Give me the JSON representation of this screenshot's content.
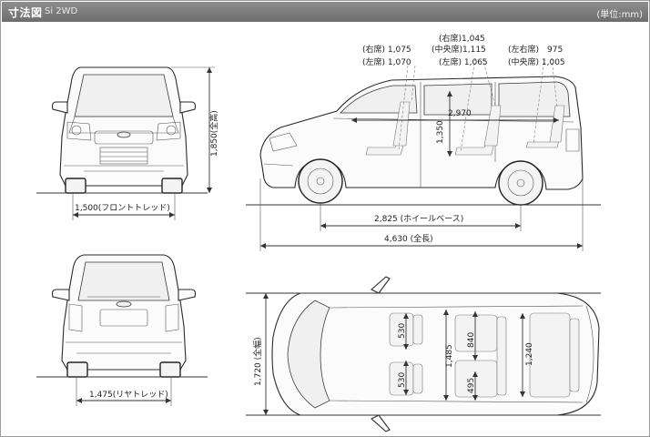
{
  "header": {
    "title": "寸法図",
    "subtitle": "Si 2WD",
    "unit": "(単位:mm)"
  },
  "front_view": {
    "height": "1,850(全高)",
    "front_tread": "1,500(フロントトレッド)"
  },
  "rear_view": {
    "rear_tread": "1,475(リヤトレッド)"
  },
  "side_view": {
    "headroom_front_right": "(右席) 1,075",
    "headroom_front_left": "(左席) 1,070",
    "headroom_middle_right": "(右席)1,045",
    "headroom_middle_center": "(中央席)1,115",
    "headroom_middle_left": "(左席) 1,065",
    "headroom_rear_left_right": "(左右席)　975",
    "headroom_rear_center": "(中央席) 1,005",
    "interior_length": "2,970",
    "interior_height": "1,350",
    "wheelbase": "2,825 (ホイールベース)",
    "overall_length": "4,630 (全長)"
  },
  "top_view": {
    "overall_width": "1,720 (全幅)",
    "front_seat_width_top": "530",
    "front_seat_width_bottom": "530",
    "interior_width": "1,485",
    "middle_seat_width": "840",
    "middle_aisle": "495",
    "rear_seat_width": "1,240"
  }
}
